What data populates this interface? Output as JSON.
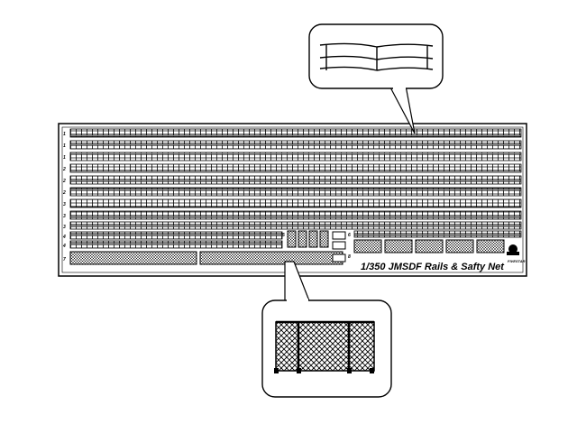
{
  "sheet": {
    "title": "1/350 JMSDF Rails  & Safty Net",
    "brand": "FIVESTAR",
    "row_numbers": [
      "1",
      "1",
      "1",
      "2",
      "2",
      "2",
      "3",
      "3",
      "3",
      "4",
      "4",
      "7"
    ],
    "small_part_numbers": [
      "5",
      "6",
      "8"
    ]
  },
  "colors": {
    "background": "#ffffff",
    "ink": "#000000",
    "fret": "#ffffff"
  }
}
